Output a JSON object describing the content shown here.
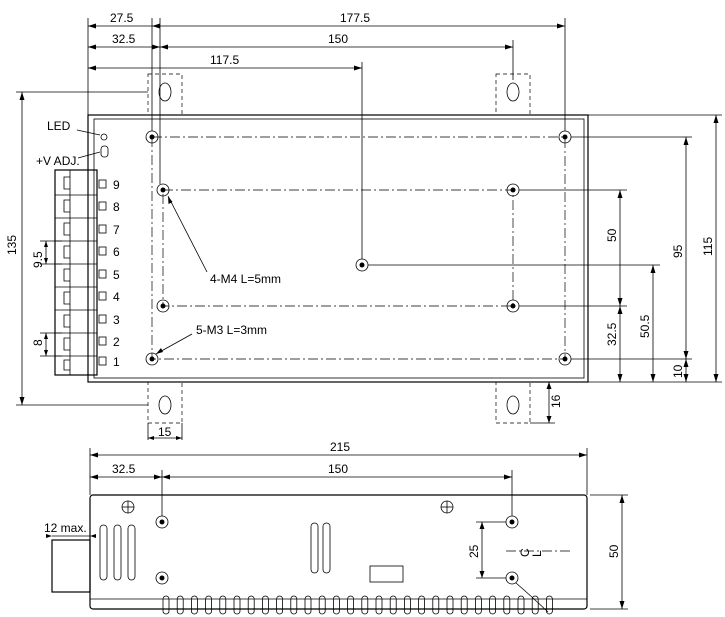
{
  "top_view": {
    "dims": {
      "d_177_5": "177.5",
      "d_27_5": "27.5",
      "d_150_top": "150",
      "d_32_5_top": "32.5",
      "d_117_5": "117.5",
      "d_135": "135",
      "d_115": "115",
      "d_95": "95",
      "d_50": "50",
      "d_50_5": "50.5",
      "d_32_5_right": "32.5",
      "d_10": "10",
      "d_16": "16",
      "d_15": "15",
      "d_9_5": "9.5",
      "d_8": "8"
    },
    "labels": {
      "led": "LED",
      "vadj": "+V ADJ.",
      "m4": "4-M4 L=5mm",
      "m3": "5-M3 L=3mm"
    },
    "terminals": [
      "9",
      "8",
      "7",
      "6",
      "5",
      "4",
      "3",
      "2",
      "1"
    ]
  },
  "side_view": {
    "dims": {
      "d_215": "215",
      "d_32_5": "32.5",
      "d_150": "150",
      "d_12max": "12 max.",
      "d_25": "25",
      "d_50": "50"
    },
    "centerline": [
      "C",
      "L"
    ]
  }
}
